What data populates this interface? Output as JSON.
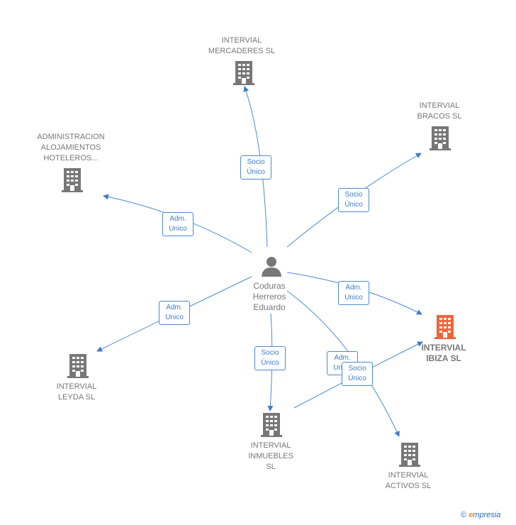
{
  "person": {
    "name": "Coduras\nHerreros\nEduardo"
  },
  "companies": {
    "mercaderes": "INTERVIAL\nMERCADERES SL",
    "bracos": "INTERVIAL\nBRACOS  SL",
    "administracion": "ADMINISTRACION\nALOJAMIENTOS\nHOTELEROS...",
    "ibiza": "INTERVIAL\nIBIZA  SL",
    "leyda": "INTERVIAL\nLEYDA  SL",
    "inmuebles": "INTERVIAL\nINMUEBLES\nSL",
    "activos": "INTERVIAL\nACTIVOS  SL"
  },
  "relations": {
    "mercaderes": "Socio\nÚnico",
    "bracos": "Socio\nÚnico",
    "administracion": "Adm.\nUnico",
    "ibiza": "Adm.\nUnico",
    "leyda": "Adm.\nUnico",
    "inmuebles": "Socio\nÚnico",
    "activos": "Adm.\nUnico",
    "inmuebles_ibiza": "Socio\nÚnico"
  },
  "footer": {
    "copyright": "©",
    "brand_initial": "e",
    "brand_rest": "mpresia"
  },
  "colors": {
    "edge": "#4a8ad6",
    "building": "#777777",
    "highlight": "#f0643a"
  }
}
